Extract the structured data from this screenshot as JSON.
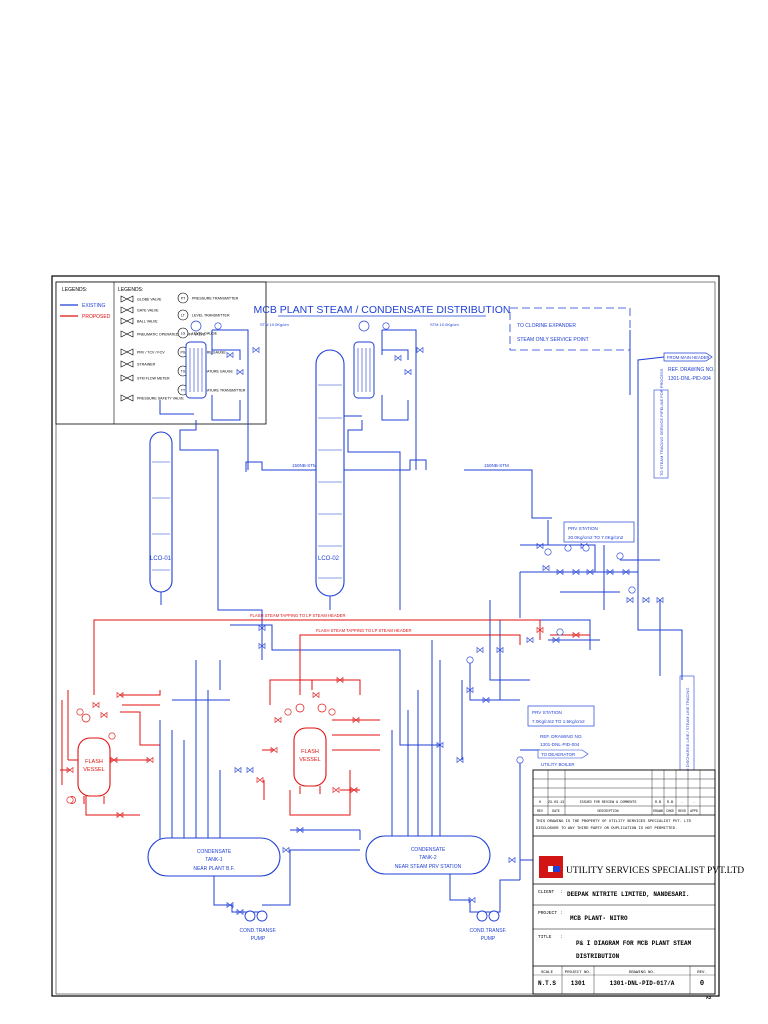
{
  "title": "MCB PLANT STEAM / CONDENSATE DISTRIBUTION",
  "legend_lines": {
    "heading": "LEGENDS:",
    "items": [
      {
        "label": "EXISTING",
        "color": "#1f3fd6"
      },
      {
        "label": "PROPOSED",
        "color": "#e01010"
      }
    ]
  },
  "legend_symbols": {
    "heading": "LEGENDS:",
    "left": [
      "GLOBE VALVE",
      "GATE VALVE",
      "BALL VALVE",
      "PNEUMATIC OPERATED ON-OFF VALVE",
      "PRV / TCV / FCV",
      "STRAINER",
      "STM FLOW METER",
      "PRESSURE SAFETY VALVE"
    ],
    "right": [
      "PRESSURE TRANSMITTER",
      "LEVEL TRANSMITTER",
      "LEVEL GAUGE",
      "PRESSURE GAUGE",
      "TEMPERATURE GAUGE",
      "TEMPERATURE TRANSMITTER"
    ],
    "right_tags": [
      "PT",
      "LT",
      "LG",
      "PG",
      "TG",
      "TT"
    ]
  },
  "equipment": {
    "lco1": "LCO-01",
    "lco2": "LCO-02",
    "flash1": [
      "FLASH",
      "VESSEL"
    ],
    "flash2": [
      "FLASH",
      "VESSEL"
    ],
    "tank1": [
      "CONDENSATE",
      "TANK-1",
      "NEAR PLANT B.F."
    ],
    "tank2": [
      "CONDENSATE",
      "TANK-2",
      "NEAR STEAM PRV STATION"
    ],
    "pump1": [
      "COND.TRANSF.",
      "PUMP"
    ],
    "pump2": [
      "COND.TRANSF.",
      "PUMP"
    ]
  },
  "notes": {
    "clorine_box": [
      "TO CLORINE EXPANDER",
      "STEAM ONLY SERVICE POINT"
    ],
    "from_main_header": "FROM MAIN HEADER",
    "ref1": [
      "REF. DRAWING NO.",
      "1301-DNL-PID-004"
    ],
    "ref2": [
      "REF. DRAWING NO.",
      "1301-DNL-PID-004"
    ],
    "prv1": [
      "PRV STATION",
      "20.0Kg/cm2 TO 7.0Kg/cm2"
    ],
    "prv2": [
      "PRV STATION",
      "7.0Kg/cm2 TO 1.5Kg/cm2"
    ],
    "deaerator": "TO DEAERATOR",
    "utility_boiler": "UTILITY BOILER",
    "flash_line1": "FLASH STEAM TAPPING TO LP STEAM HEADER",
    "flash_line2": "FLASH STEAM TAPPING TO LP STEAM HEADER",
    "pipe_tag_1": "150NB-STM",
    "pipe_tag_2": "150NB-STM",
    "stm1": "STM 10.0Kg/cm",
    "stm2": "STM 10.0Kg/cm",
    "vertical_1": "TO STEAM TRACING SERVICE PIPELINE FOR PROCESS",
    "vertical_2": "TO DISCHARGE LINE / STEAM LINE TRACING"
  },
  "titleblock": {
    "revision_row": [
      "0",
      "23.03.13",
      "ISSUED FOR REVIEW & COMMENTS",
      "R.B",
      "R.B",
      "-",
      "-"
    ],
    "revision_head": [
      "REV",
      "DATE",
      "DESCRIPTION",
      "DRAWN",
      "CHKD",
      "REVD",
      "APPD"
    ],
    "disclaimer": [
      "THIS DRAWING IS THE PROPERTY OF UTILITY SERVICES SPECIALIST PVT. LTD",
      "DISCLOSURE TO ANY THIRD PARTY OR DUPLICATION IS NOT PERMITTED."
    ],
    "company": "UTILITY SERVICES SPECIALIST PVT.LTD",
    "client_label": "CLIENT",
    "client": "DEEPAK NITRITE LIMITED, NANDESARI.",
    "project_label": "PROJECT",
    "project": "MCB PLANT- NITRO",
    "title_label": "TITLE",
    "title_line1": "P& I  DIAGRAM FOR MCB PLANT STEAM",
    "title_line2": "DISTRIBUTION",
    "scale_label": "SCALE",
    "scale": "N.T.S",
    "project_no_label": "PROJECT NO.",
    "project_no": "1301",
    "drawing_no_label": "DRAWING NO.",
    "drawing_no": "1301-DNL-PID-017/A",
    "rev_label": "REV.",
    "rev": "0",
    "sheet_size": "A2"
  },
  "colors": {
    "existing": "#1f3fd6",
    "proposed": "#e01010",
    "frame": "#000000",
    "logo": "#d21414"
  }
}
